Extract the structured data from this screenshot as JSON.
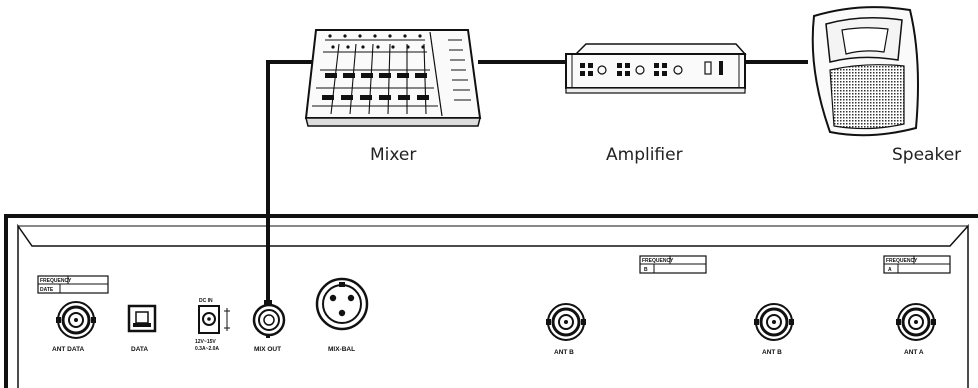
{
  "devices": {
    "mixer": "Mixer",
    "amplifier": "Amplifier",
    "speaker": "Speaker"
  },
  "panel": {
    "frequency_boxes": [
      {
        "title": "FREQUENCY",
        "value": "DATE"
      },
      {
        "title": "FREQUENCY",
        "value": "B"
      },
      {
        "title": "FREQUENCY",
        "value": "A"
      }
    ],
    "connectors": {
      "ant_data": "ANT DATA",
      "data": "DATA",
      "dc_in": "DC IN",
      "dc_rating_1": "12V~15V",
      "dc_rating_2": "0.3A~2.0A",
      "mix_out": "MIX OUT",
      "mix_bal": "MIX-BAL",
      "ant_b_1": "ANT B",
      "ant_b_2": "ANT B",
      "ant_a": "ANT A"
    }
  }
}
